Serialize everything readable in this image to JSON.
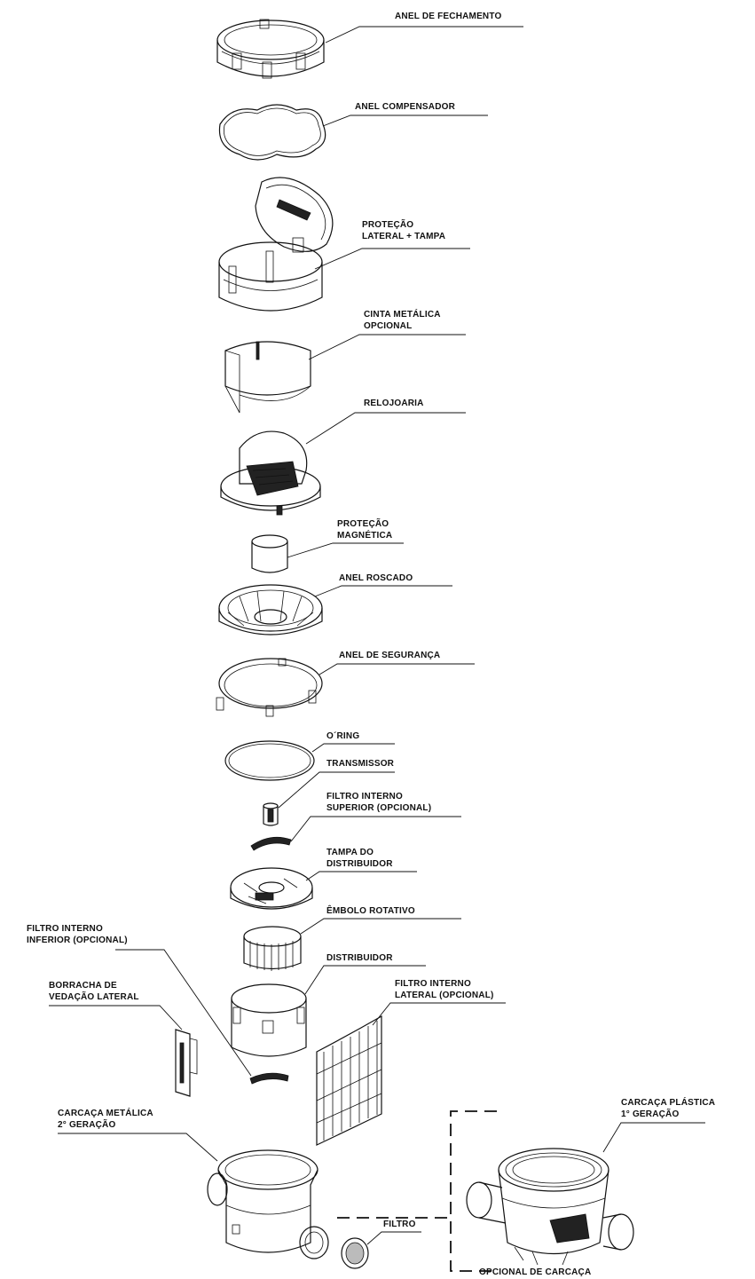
{
  "labels": [
    {
      "id": "anel-fechamento",
      "lines": [
        "ANEL DE FECHAMENTO"
      ]
    },
    {
      "id": "anel-compensador",
      "lines": [
        "ANEL COMPENSADOR"
      ]
    },
    {
      "id": "protecao-lateral",
      "lines": [
        "PROTEÇÃO",
        "LATERAL + TAMPA"
      ]
    },
    {
      "id": "cinta-metalica",
      "lines": [
        "CINTA METÁLICA",
        "OPCIONAL"
      ]
    },
    {
      "id": "relojoaria",
      "lines": [
        "RELOJOARIA"
      ]
    },
    {
      "id": "protecao-magnetica",
      "lines": [
        "PROTEÇÃO",
        "MAGNÉTICA"
      ]
    },
    {
      "id": "anel-roscado",
      "lines": [
        "ANEL ROSCADO"
      ]
    },
    {
      "id": "anel-seguranca",
      "lines": [
        "ANEL DE SEGURANÇA"
      ]
    },
    {
      "id": "o-ring",
      "lines": [
        "O´RING"
      ]
    },
    {
      "id": "transmissor",
      "lines": [
        "TRANSMISSOR"
      ]
    },
    {
      "id": "filtro-superior",
      "lines": [
        "FILTRO INTERNO",
        "SUPERIOR  (OPCIONAL)"
      ]
    },
    {
      "id": "tampa-distribuidor",
      "lines": [
        "TAMPA DO",
        "DISTRIBUIDOR"
      ]
    },
    {
      "id": "embolo-rotativo",
      "lines": [
        "ÊMBOLO ROTATIVO"
      ]
    },
    {
      "id": "filtro-inferior",
      "lines": [
        "FILTRO INTERNO",
        "INFERIOR (OPCIONAL)"
      ]
    },
    {
      "id": "distribuidor",
      "lines": [
        "DISTRIBUIDOR"
      ]
    },
    {
      "id": "borracha-vedacao",
      "lines": [
        "BORRACHA DE",
        "VEDAÇÃO LATERAL"
      ]
    },
    {
      "id": "filtro-lateral",
      "lines": [
        "FILTRO INTERNO",
        "LATERAL (OPCIONAL)"
      ]
    },
    {
      "id": "carcaca-metalica",
      "lines": [
        "CARCAÇA METÁLICA",
        "2° GERAÇÃO"
      ]
    },
    {
      "id": "carcaca-plastica",
      "lines": [
        "CARCAÇA PLÁSTICA",
        "1° GERAÇÃO"
      ]
    },
    {
      "id": "filtro",
      "lines": [
        "FILTRO"
      ]
    },
    {
      "id": "opcional-carcaca",
      "lines": [
        "OPCIONAL DE CARCAÇA"
      ]
    }
  ]
}
